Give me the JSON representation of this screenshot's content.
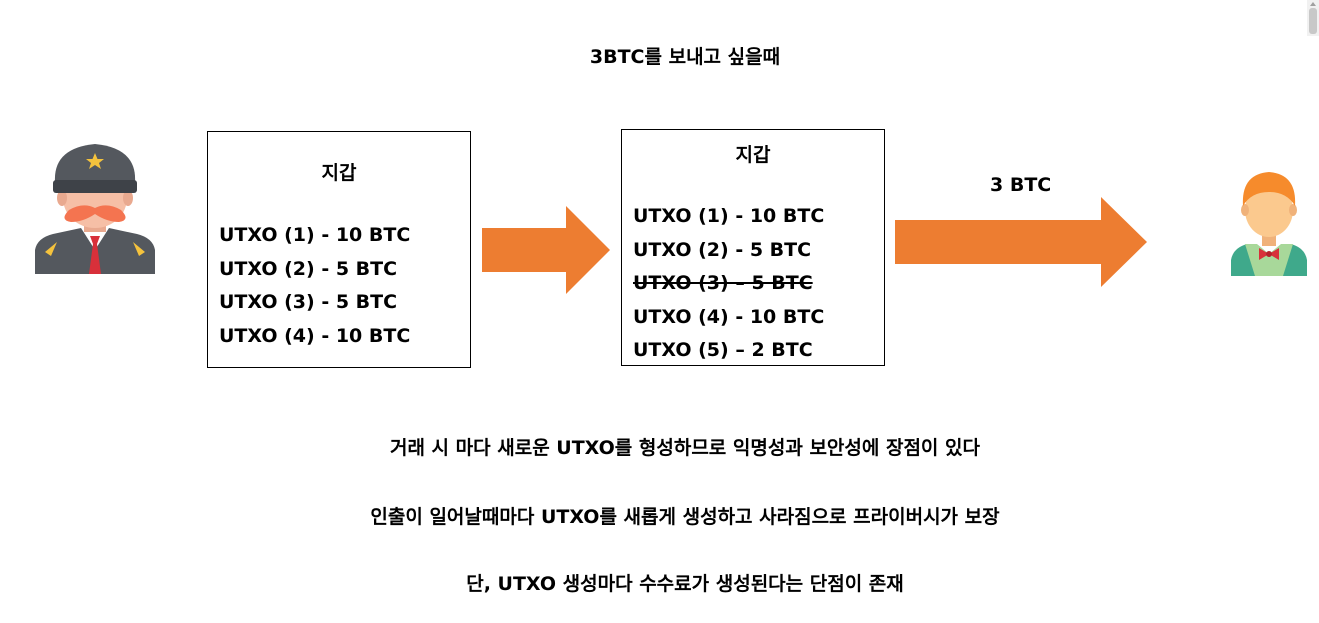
{
  "title": "3BTC를 보내고 싶을때",
  "wallet_before": {
    "title": "지갑",
    "utxos": [
      "UTXO (1) - 10 BTC",
      "UTXO (2) - 5 BTC",
      "UTXO (3) - 5 BTC",
      "UTXO (4) - 10 BTC"
    ]
  },
  "wallet_after": {
    "title": "지갑",
    "utxos": [
      "UTXO (1) - 10 BTC",
      "UTXO (2) - 5 BTC",
      "UTXO (3) – 5 BTC",
      "UTXO (4) - 10 BTC",
      "UTXO (5) – 2 BTC"
    ],
    "spent_utxo": "UTXO (3) – 5 BTC"
  },
  "send_label": "3 BTC",
  "notes": [
    "거래 시 마다 새로운 UTXO를 형성하므로 익명성과 보안성에 장점이 있다",
    "인출이 일어날때마다 UTXO를 새롭게 생성하고 사라짐으로 프라이버시가 보장",
    "단, UTXO 생성마다 수수료가 생성된다는 단점이 존재"
  ],
  "colors": {
    "arrow": "#ED7D31",
    "background": "#FFFFFF",
    "text": "#000000"
  },
  "icons": {
    "sender": "officer-avatar-icon",
    "receiver": "boy-avatar-icon",
    "flow": "right-arrow-icon"
  }
}
